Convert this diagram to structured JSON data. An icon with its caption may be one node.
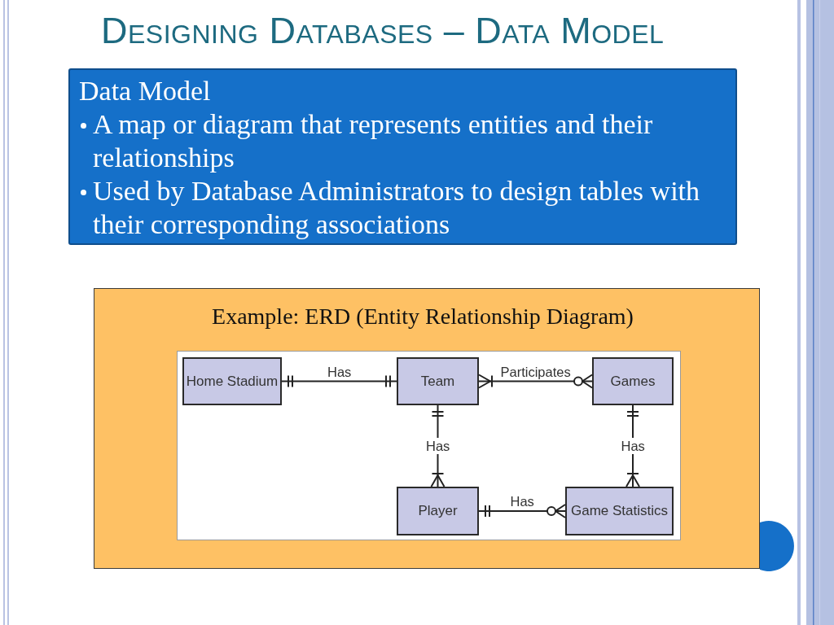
{
  "diagram": {
    "title": "Designing Databases – Data Model",
    "nodes": [
      {
        "text": [
          "Data Model",
          "A map or diagram that represents entities and their relationships",
          "Used by Database Administrators to design tables with their corresponding associations"
        ]
      },
      {
        "text": [
          "Example: ERD (Entity Relationship Diagram)"
        ]
      },
      {
        "text": [],
        "shape": "box",
        "in": 1
      },
      {
        "text": [
          "Home Stadium"
        ],
        "in": 2
      },
      {
        "text": [
          "Team"
        ],
        "in": 2
      },
      {
        "text": [
          "Games"
        ],
        "in": 2
      },
      {
        "text": [
          "Player"
        ],
        "in": 2
      },
      {
        "text": [
          "Game Statistics"
        ],
        "in": 2
      }
    ],
    "edges": [
      {
        "from": 3,
        "to": 4,
        "arrow": "other",
        "label": "Has"
      },
      {
        "from": 4,
        "to": 5,
        "arrow": "other",
        "label": "Participates"
      },
      {
        "from": 4,
        "to": 6,
        "arrow": "other",
        "label": "Has"
      },
      {
        "from": 5,
        "to": 7,
        "arrow": "other",
        "label": "Has"
      },
      {
        "from": 6,
        "to": 7,
        "arrow": "other",
        "label": "Has"
      }
    ]
  }
}
